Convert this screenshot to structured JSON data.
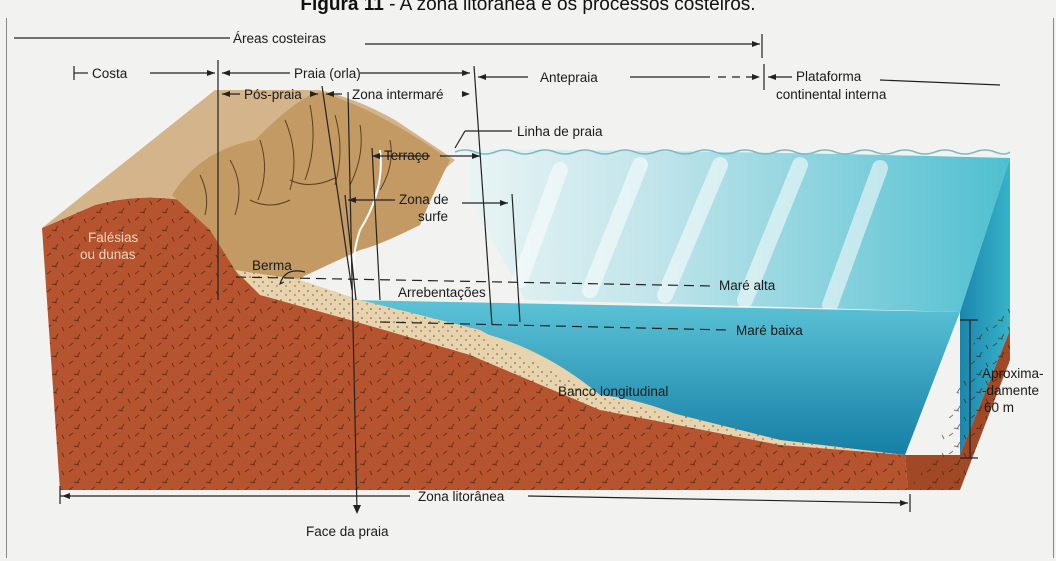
{
  "caption": {
    "figure_label": "Figura 11",
    "separator": " - ",
    "title": "A zona litorânea e os processos costeiros."
  },
  "labels": {
    "areas_costeiras": "Áreas costeiras",
    "costa": "Costa",
    "praia_orla": "Praia (orla)",
    "antepraia": "Antepraia",
    "plataforma_1": "Plataforma",
    "plataforma_2": "continental interna",
    "pos_praia": "Pós-praia",
    "zona_intermare": "Zona intermaré",
    "linha_de_praia": "Linha de praia",
    "terraco": "Terraço",
    "zona_de_surfe_1": "Zona de",
    "zona_de_surfe_2": "surfe",
    "falesias_1": "Falésias",
    "falesias_2": "ou dunas",
    "berma": "Berma",
    "mare_alta": "Maré alta",
    "arrebentacoes": "Arrebentações",
    "mare_baixa": "Maré baixa",
    "banco_longitudinal": "Banco longitudinal",
    "aproximadamente_1": "Aproxima-",
    "aproximadamente_2": "-damente",
    "aproximadamente_3": "60 m",
    "zona_litoranea": "Zona litorânea",
    "face_da_praia": "Face da praia"
  },
  "colors": {
    "sediment": "#b5542e",
    "sand": "#e6d3ad",
    "cliff_top": "#c9a779",
    "water_surface": "#8fd3dc",
    "water_body": "#1f93b5",
    "water_front": "#2aa6c3"
  }
}
